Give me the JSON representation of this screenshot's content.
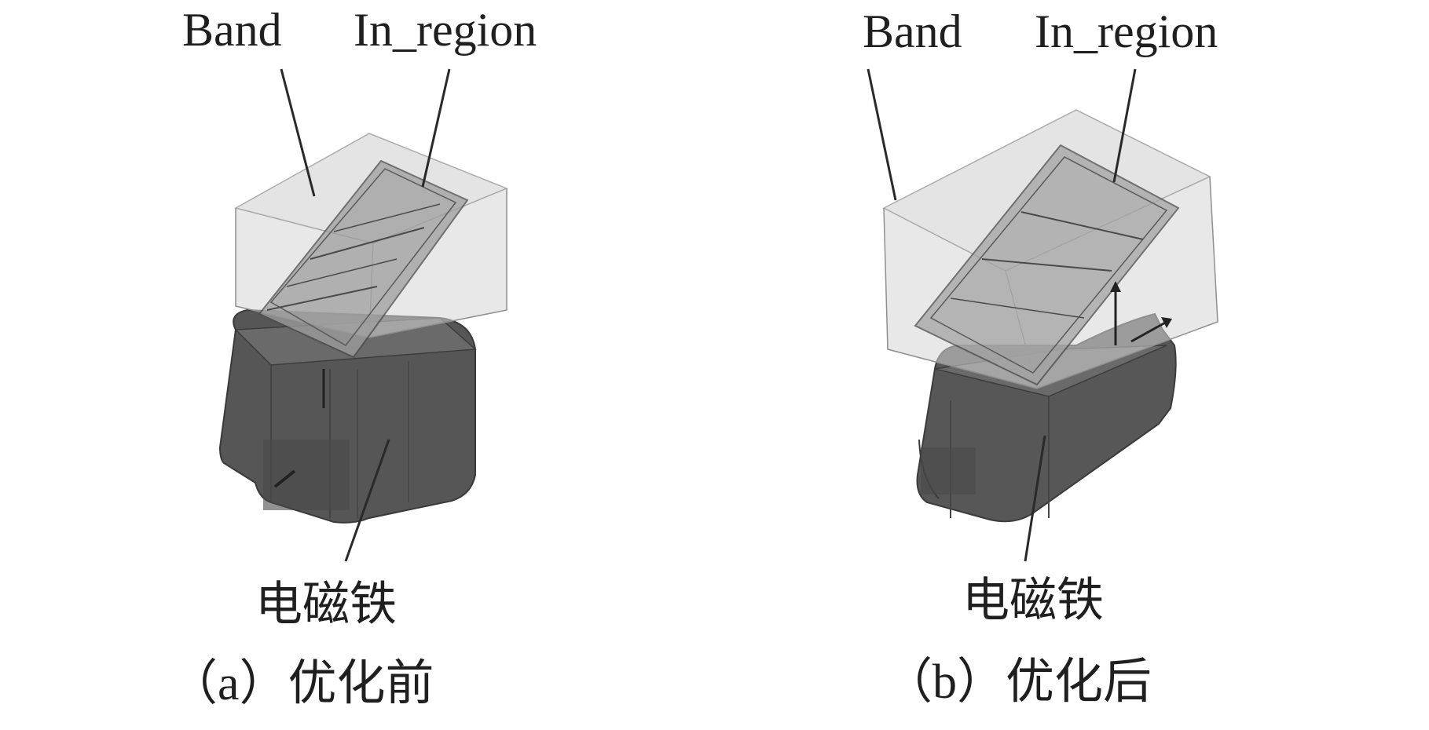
{
  "panels": [
    {
      "label_band": "Band",
      "label_inregion": "In_region",
      "label_magnet": "电磁铁",
      "caption": "（a）优化前"
    },
    {
      "label_band": "Band",
      "label_inregion": "In_region",
      "label_magnet": "电磁铁",
      "caption": "（b）优化后"
    }
  ],
  "colors": {
    "band_fill": "#d9d9d9",
    "band_edge": "#8c8c8c",
    "magnet_dark": "#4d4d4d",
    "magnet_mid": "#5f5f5f",
    "plate_fill": "#a9a9a9",
    "leader": "#2a2a2a"
  }
}
